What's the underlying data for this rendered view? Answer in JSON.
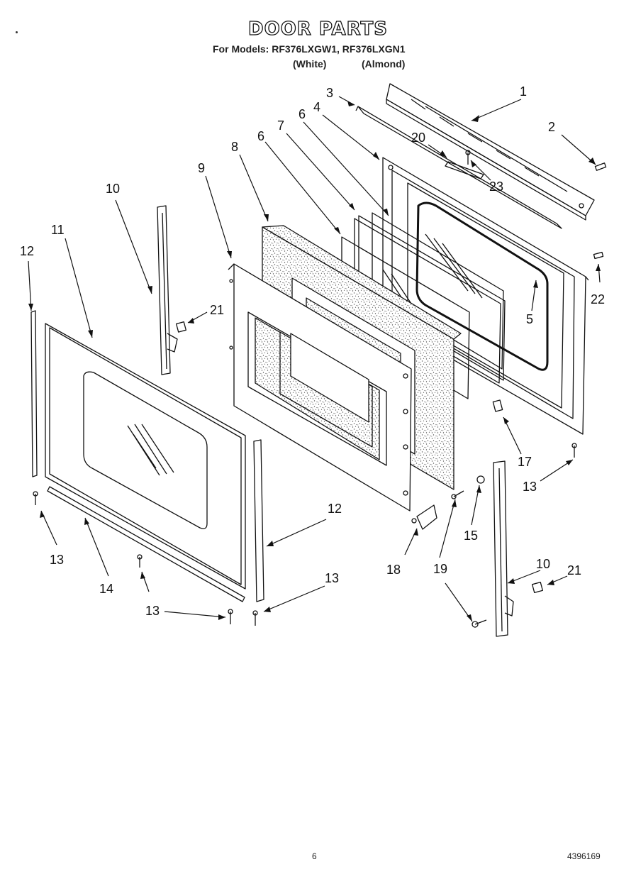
{
  "header": {
    "title": "DOOR PARTS",
    "models_line": "For Models: RF376LXGW1, RF376LXGN1",
    "variant_white": "(White)",
    "variant_almond": "(Almond)"
  },
  "callouts": [
    "1",
    "2",
    "3",
    "4",
    "6",
    "7",
    "8",
    "6",
    "9",
    "10",
    "11",
    "12",
    "20",
    "23",
    "5",
    "22",
    "21",
    "17",
    "13",
    "15",
    "12",
    "13",
    "18",
    "19",
    "10",
    "21",
    "13",
    "14",
    "13"
  ],
  "footer": {
    "page_number": "6",
    "doc_code": "4396169"
  },
  "colors": {
    "line": "#111111",
    "insulation": "#cfcfcf"
  }
}
